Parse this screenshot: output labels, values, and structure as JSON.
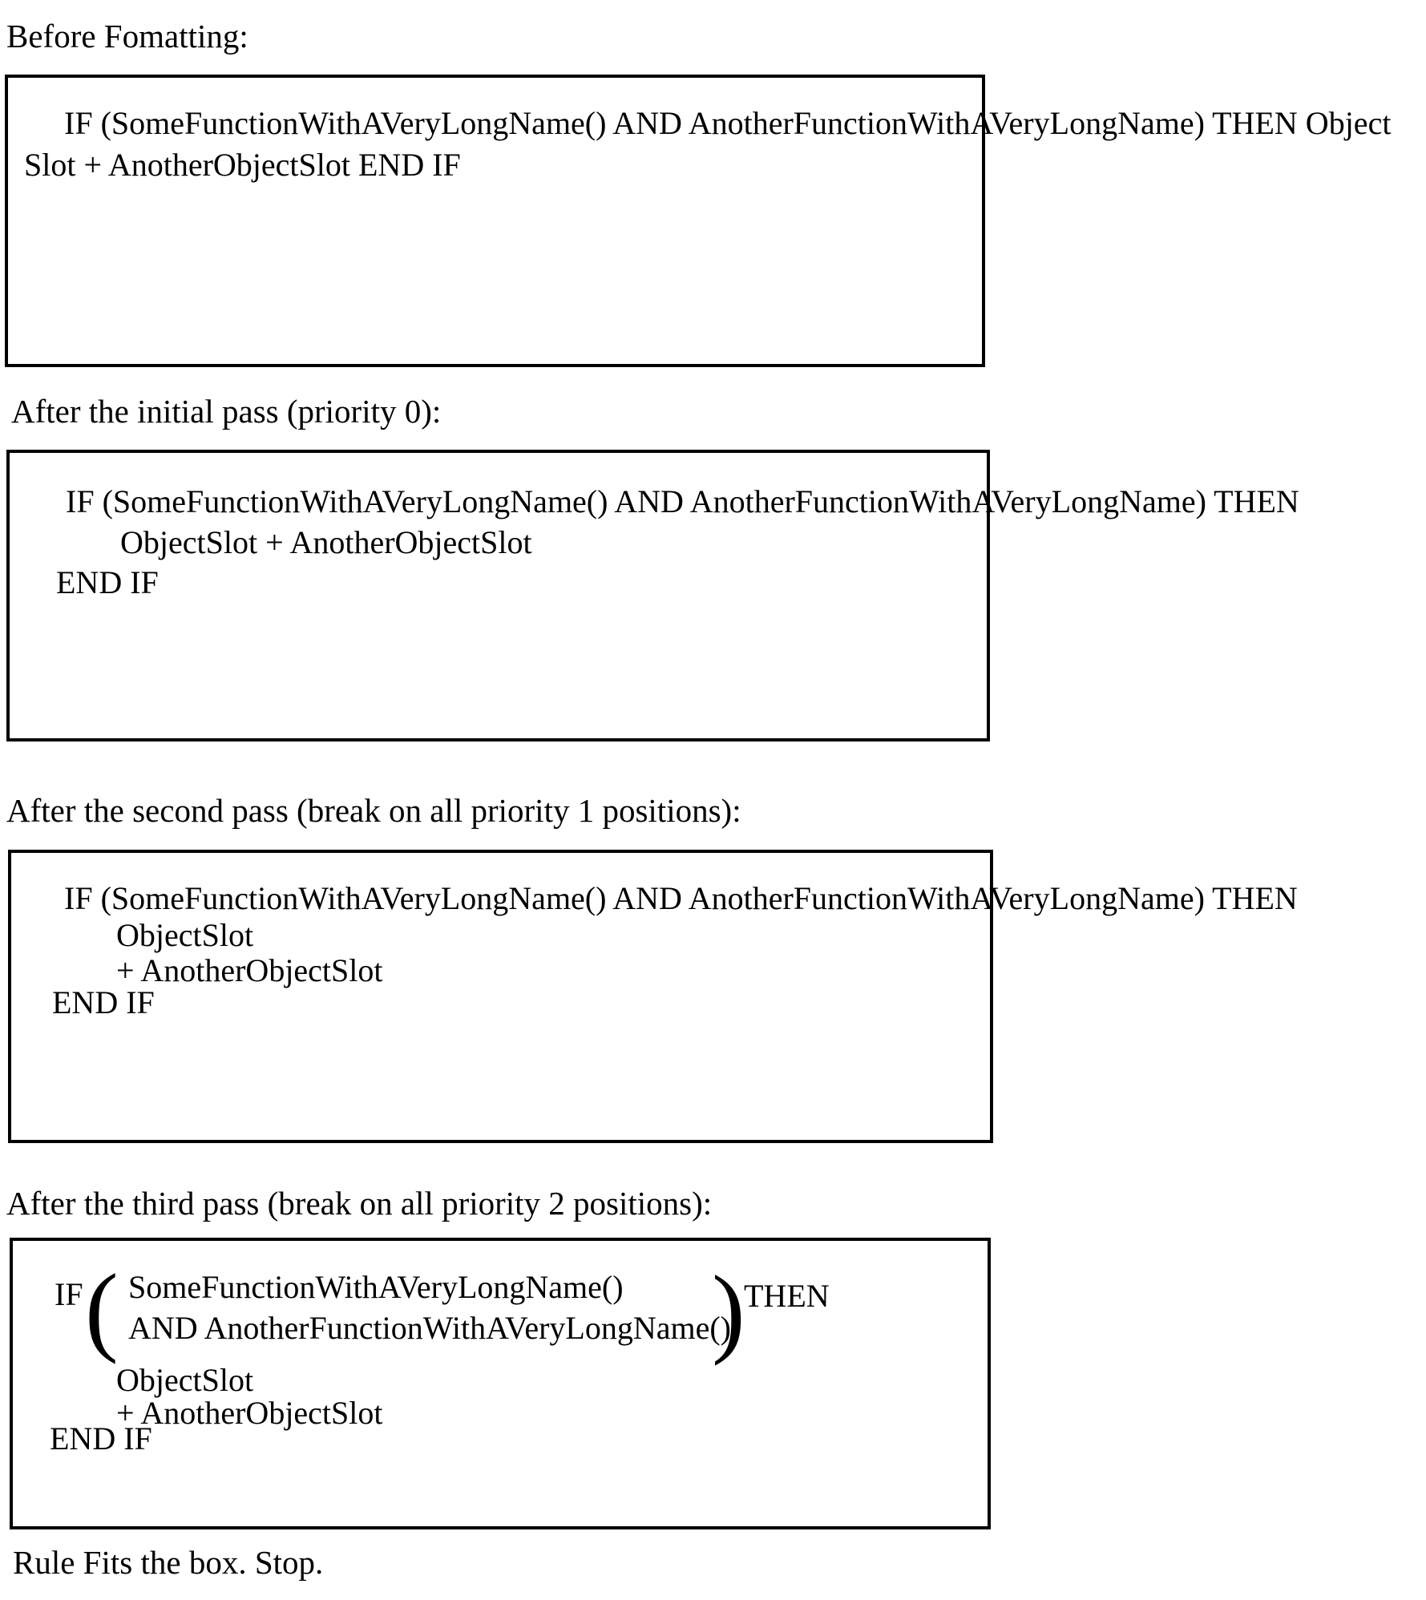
{
  "page": {
    "background_color": "#ffffff",
    "text_color": "#000000"
  },
  "sections": [
    {
      "label": "Before Fomatting:",
      "code_lines": [
        "IF (SomeFunctionWithAVeryLongName() AND AnotherFunctionWithAVeryLongName) THEN Object",
        "Slot + AnotherObjectSlot END IF"
      ]
    },
    {
      "label": "After the initial pass (priority 0):",
      "code_lines": [
        "IF (SomeFunctionWithAVeryLongName() AND AnotherFunctionWithAVeryLongName) THEN",
        "ObjectSlot + AnotherObjectSlot",
        "END IF"
      ]
    },
    {
      "label": "After the second pass (break on all priority 1 positions):",
      "code_lines": [
        "IF (SomeFunctionWithAVeryLongName() AND AnotherFunctionWithAVeryLongName) THEN",
        "ObjectSlot",
        "+ AnotherObjectSlot",
        "END IF"
      ]
    },
    {
      "label": "After the third pass (break on all priority 2 positions):",
      "if_keyword": "IF",
      "open_paren": "(",
      "condition_line_1": "SomeFunctionWithAVeryLongName()",
      "condition_line_2": "AND AnotherFunctionWithAVeryLongName()",
      "close_paren": ")",
      "then_keyword": "THEN",
      "body_lines": [
        "ObjectSlot",
        "+ AnotherObjectSlot"
      ],
      "end_keyword": "END IF"
    }
  ],
  "footer_note": "Rule Fits the box. Stop."
}
